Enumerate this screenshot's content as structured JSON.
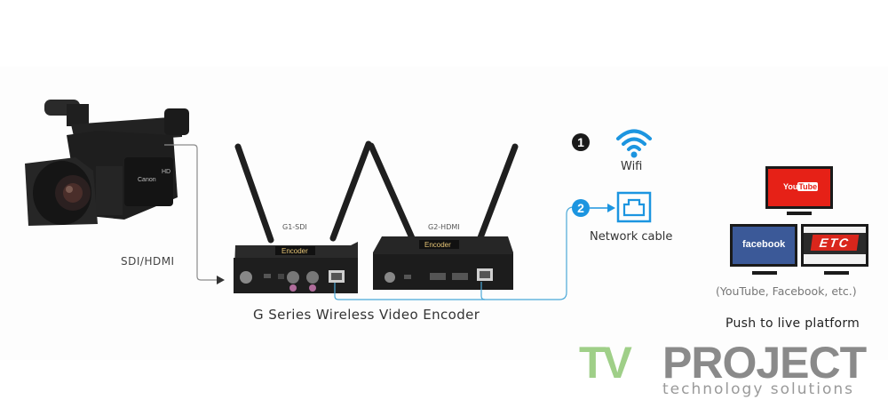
{
  "diagram": {
    "source": {
      "device": "Canon",
      "device_mark": "HD",
      "connection_label": "SDI/HDMI"
    },
    "encoders": {
      "models": [
        {
          "label": "G1-SDI",
          "badge": "Encoder"
        },
        {
          "label": "G2-HDMI",
          "badge": "Encoder"
        }
      ],
      "caption": "G Series Wireless Video Encoder"
    },
    "network": {
      "options": [
        {
          "number": "1",
          "label": "Wifi",
          "icon": "wifi-icon",
          "color": "#1a1a1a"
        },
        {
          "number": "2",
          "label": "Network cable",
          "icon": "ethernet-port-icon",
          "color": "#1c95e0"
        }
      ]
    },
    "platforms": {
      "screens": [
        {
          "name": "YouTube",
          "text_a": "You",
          "text_b": "Tube",
          "color": "#e62117"
        },
        {
          "name": "facebook",
          "text": "facebook",
          "color": "#3b5998"
        },
        {
          "name": "ETC",
          "text": "ETC",
          "color": "#d9261c"
        }
      ],
      "examples": "(YouTube, Facebook, etc.)",
      "caption": "Push to live platform"
    },
    "colors": {
      "cable_gray": "#8c8c8c",
      "cable_blue": "#4aa8d8",
      "accent_blue": "#1c95e0"
    }
  },
  "logo": {
    "tv": "TV",
    "project": "PROJECT",
    "tagline": "technology solutions"
  }
}
